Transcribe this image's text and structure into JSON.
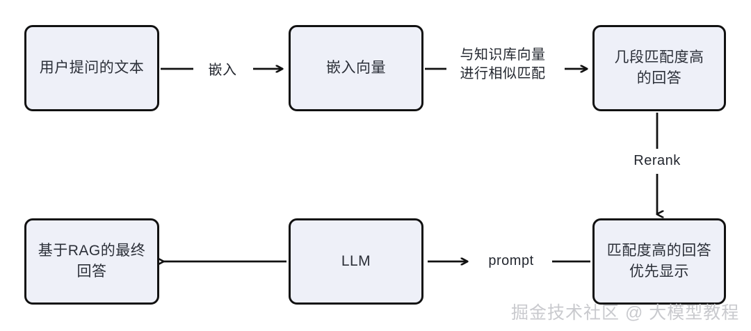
{
  "diagram": {
    "title": "RAG retrieval and answer generation flow",
    "background_color": "#ffffff",
    "node_fill_color": "#eef0f8",
    "node_border_color": "#111111",
    "text_color": "#2b2f38",
    "nodes": [
      {
        "id": "user-text",
        "label": "用户提问的文本"
      },
      {
        "id": "embed-vector",
        "label": "嵌入向量"
      },
      {
        "id": "top-matches",
        "label": "几段匹配度高\n的回答"
      },
      {
        "id": "prioritized",
        "label": "匹配度高的回答\n优先显示"
      },
      {
        "id": "llm",
        "label": "LLM"
      },
      {
        "id": "final-answer",
        "label": "基于RAG的最终\n回答"
      }
    ],
    "edges": [
      {
        "id": "embed",
        "from": "user-text",
        "to": "embed-vector",
        "label": "嵌入",
        "direction": "right"
      },
      {
        "id": "similarity",
        "from": "embed-vector",
        "to": "top-matches",
        "label": "与知识库向量\n进行相似匹配",
        "direction": "right"
      },
      {
        "id": "rerank",
        "from": "top-matches",
        "to": "prioritized",
        "label": "Rerank",
        "direction": "down"
      },
      {
        "id": "prompt",
        "from": "prioritized",
        "to": "llm",
        "label": "prompt",
        "direction": "left"
      },
      {
        "id": "answer",
        "from": "llm",
        "to": "final-answer",
        "label": "",
        "direction": "left"
      }
    ]
  },
  "watermark": {
    "text": "掘金技术社区 @ 大模型教程",
    "color": "#c9cace"
  }
}
